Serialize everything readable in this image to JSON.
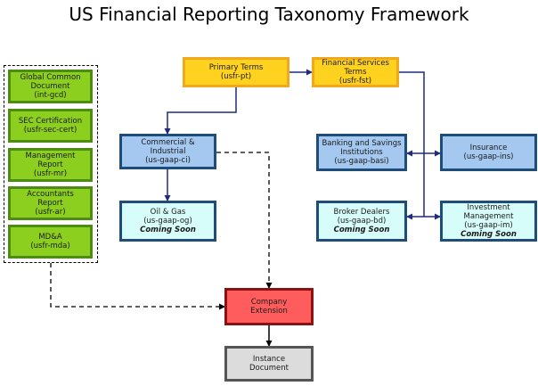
{
  "title": "US Financial Reporting Taxonomy Framework",
  "colors": {
    "primary": "#ffd21f",
    "module": "#8ccf1e",
    "industry": "#a4c8f0",
    "coming_soon": "#d7fdfb",
    "company": "#ff5d5d",
    "instance": "#dcdcdc",
    "connector": "#1f2a80"
  },
  "boxes": {
    "primary_terms": [
      "Primary Terms",
      "(usfr-pt)"
    ],
    "financial_services": [
      "Financial Services",
      "Terms",
      "(usfr-fst)"
    ],
    "commercial": [
      "Commercial &",
      "Industrial",
      "(us-gaap-ci)"
    ],
    "banking": [
      "Banking and Savings",
      "Institutions",
      "(us-gaap-basi)"
    ],
    "insurance": [
      "Insurance",
      "(us-gaap-ins)"
    ],
    "oil_gas": [
      "Oil & Gas",
      "(us-gaap-og)",
      "Coming Soon"
    ],
    "broker": [
      "Broker Dealers",
      "(us-gaap-bd)",
      "Coming Soon"
    ],
    "investment": [
      "Investment",
      "Management",
      "(us-gaap-im)",
      "Coming Soon"
    ],
    "global_common": [
      "Global Common",
      "Document",
      "(int-gcd)"
    ],
    "sec_cert": [
      "SEC Certification",
      "(usfr-sec-cert)"
    ],
    "management": [
      "Management",
      "Report",
      "(usfr-mr)"
    ],
    "accountants": [
      "Accountants",
      "Report",
      "(usfr-ar)"
    ],
    "mda": [
      "MD&A",
      "(usfr-mda)"
    ],
    "company": [
      "Company",
      "Extension"
    ],
    "instance": [
      "Instance",
      "Document"
    ]
  }
}
